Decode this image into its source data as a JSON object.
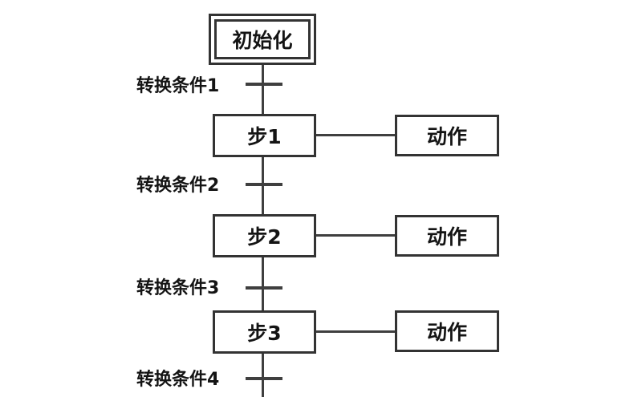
{
  "diagram": {
    "type": "sequential-function-chart",
    "initial_step": {
      "label": "初始化"
    },
    "transitions": [
      {
        "label": "转换条件1"
      },
      {
        "label": "转换条件2"
      },
      {
        "label": "转换条件3"
      },
      {
        "label": "转换条件4"
      }
    ],
    "steps": [
      {
        "label": "步1",
        "action_label": "动作"
      },
      {
        "label": "步2",
        "action_label": "动作"
      },
      {
        "label": "步3",
        "action_label": "动作"
      }
    ],
    "colors": {
      "line": "#3f3f3f",
      "border": "#333333",
      "text": "#141414",
      "background": "#ffffff"
    }
  }
}
